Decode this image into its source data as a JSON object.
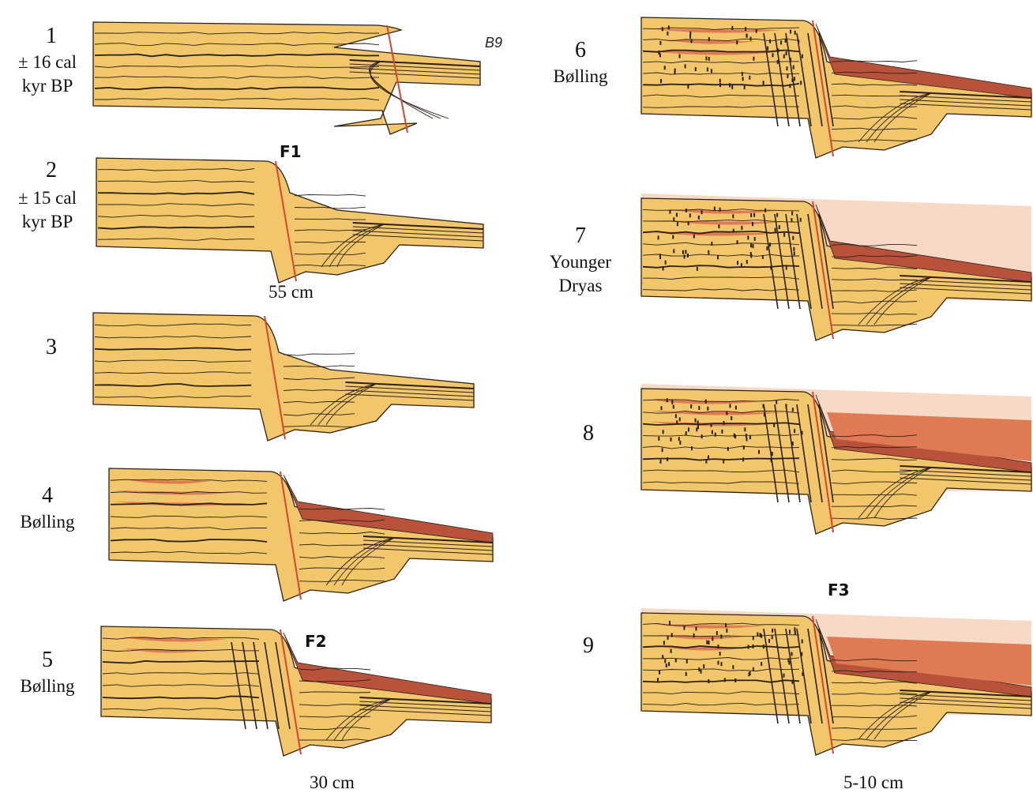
{
  "panels": [
    {
      "number": "1",
      "caption": [
        "± 16 cal",
        "kyr BP"
      ]
    },
    {
      "number": "2",
      "caption": [
        "± 15 cal",
        "kyr BP"
      ]
    },
    {
      "number": "3",
      "caption": []
    },
    {
      "number": "4",
      "caption": [
        "Bølling"
      ]
    },
    {
      "number": "5",
      "caption": [
        "Bølling"
      ]
    },
    {
      "number": "6",
      "caption": [
        "Bølling"
      ]
    },
    {
      "number": "7",
      "caption": [
        "Younger",
        "Dryas"
      ]
    },
    {
      "number": "8",
      "caption": []
    },
    {
      "number": "9",
      "caption": []
    }
  ],
  "faults": {
    "f1": "F1",
    "f2": "F2",
    "f3": "F3"
  },
  "measurements": {
    "panel2": "55 cm",
    "panel5": "30 cm",
    "panel9": "5-10 cm"
  },
  "bed_label": "B9",
  "colors": {
    "sand": "#f2c66a",
    "sand_dark": "#e9b457",
    "colluvium": "#e07a52",
    "colluvium_dark": "#b8523a",
    "pale_cover": "#f7d9c6",
    "line": "#2a2118",
    "fault_trace": "#d9452c"
  }
}
